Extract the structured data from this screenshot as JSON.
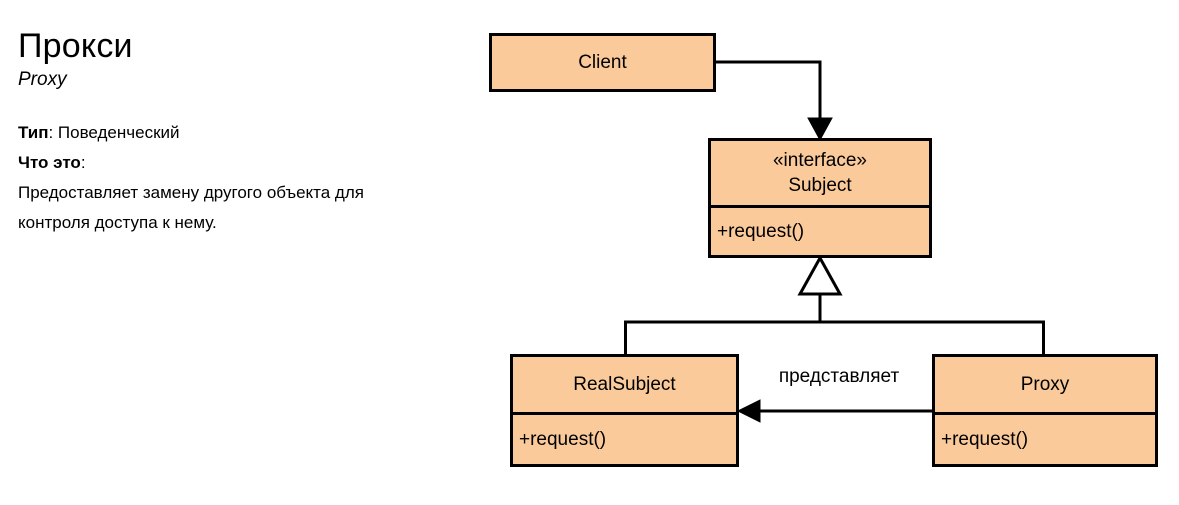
{
  "info": {
    "title": "Прокси",
    "subtitle": "Proxy",
    "type_key": "Тип",
    "type_sep": ": ",
    "type_value": "Поведенческий",
    "what_key": "Что это",
    "what_sep": ":",
    "description": "Предоставляет замену другого объекта для контроля доступа к нему."
  },
  "diagram": {
    "type": "uml-class-diagram",
    "fill_color": "#FBCA9A",
    "line_color": "#000000",
    "background": "#FFFFFF",
    "classes": {
      "client": {
        "name": "Client",
        "stereotype": "",
        "operations": []
      },
      "subject": {
        "stereotype": "«interface»",
        "name": "Subject",
        "operations": [
          "+request()"
        ]
      },
      "realsubject": {
        "stereotype": "",
        "name": "RealSubject",
        "operations": [
          "+request()"
        ]
      },
      "proxy": {
        "stereotype": "",
        "name": "Proxy",
        "operations": [
          "+request()"
        ]
      }
    },
    "relations": {
      "client_to_subject": {
        "kind": "dependency-arrow",
        "from": "Client",
        "to": "Subject",
        "label": ""
      },
      "realsubject_to_subject": {
        "kind": "generalization",
        "from": "RealSubject",
        "to": "Subject",
        "label": ""
      },
      "proxy_to_subject": {
        "kind": "generalization",
        "from": "Proxy",
        "to": "Subject",
        "label": ""
      },
      "proxy_to_realsubject": {
        "kind": "association-arrow",
        "from": "Proxy",
        "to": "RealSubject",
        "label": "представляет"
      }
    }
  }
}
